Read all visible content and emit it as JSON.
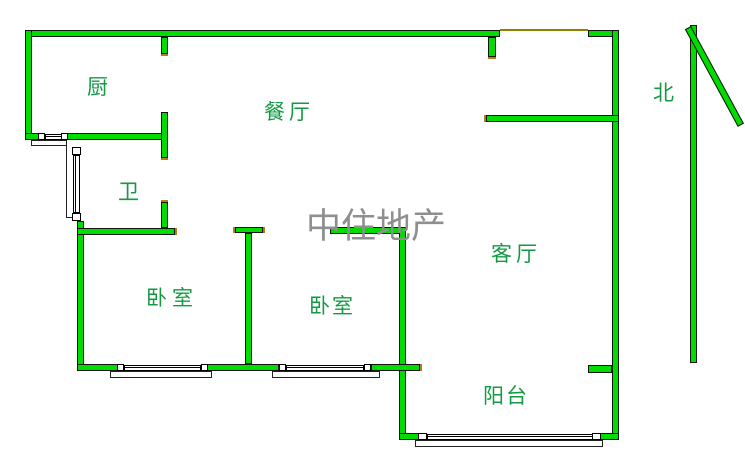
{
  "floorplan": {
    "watermark": "中住地产",
    "compass": {
      "label": "北"
    },
    "rooms": {
      "kitchen": {
        "label": "厨"
      },
      "dining": {
        "label": "餐厅"
      },
      "bathroom": {
        "label": "卫"
      },
      "living": {
        "label": "客厅"
      },
      "bedroom_left": {
        "label": "卧室"
      },
      "bedroom_middle": {
        "label": "卧室"
      },
      "balcony": {
        "label": "阳台"
      }
    },
    "colors": {
      "wall": "#00dc00",
      "outline": "#141414",
      "label": "#149a44",
      "watermark": "#8f8f8f",
      "lintel": "#908000",
      "cap": "#b77b1e",
      "bg": "#ffffff"
    }
  }
}
